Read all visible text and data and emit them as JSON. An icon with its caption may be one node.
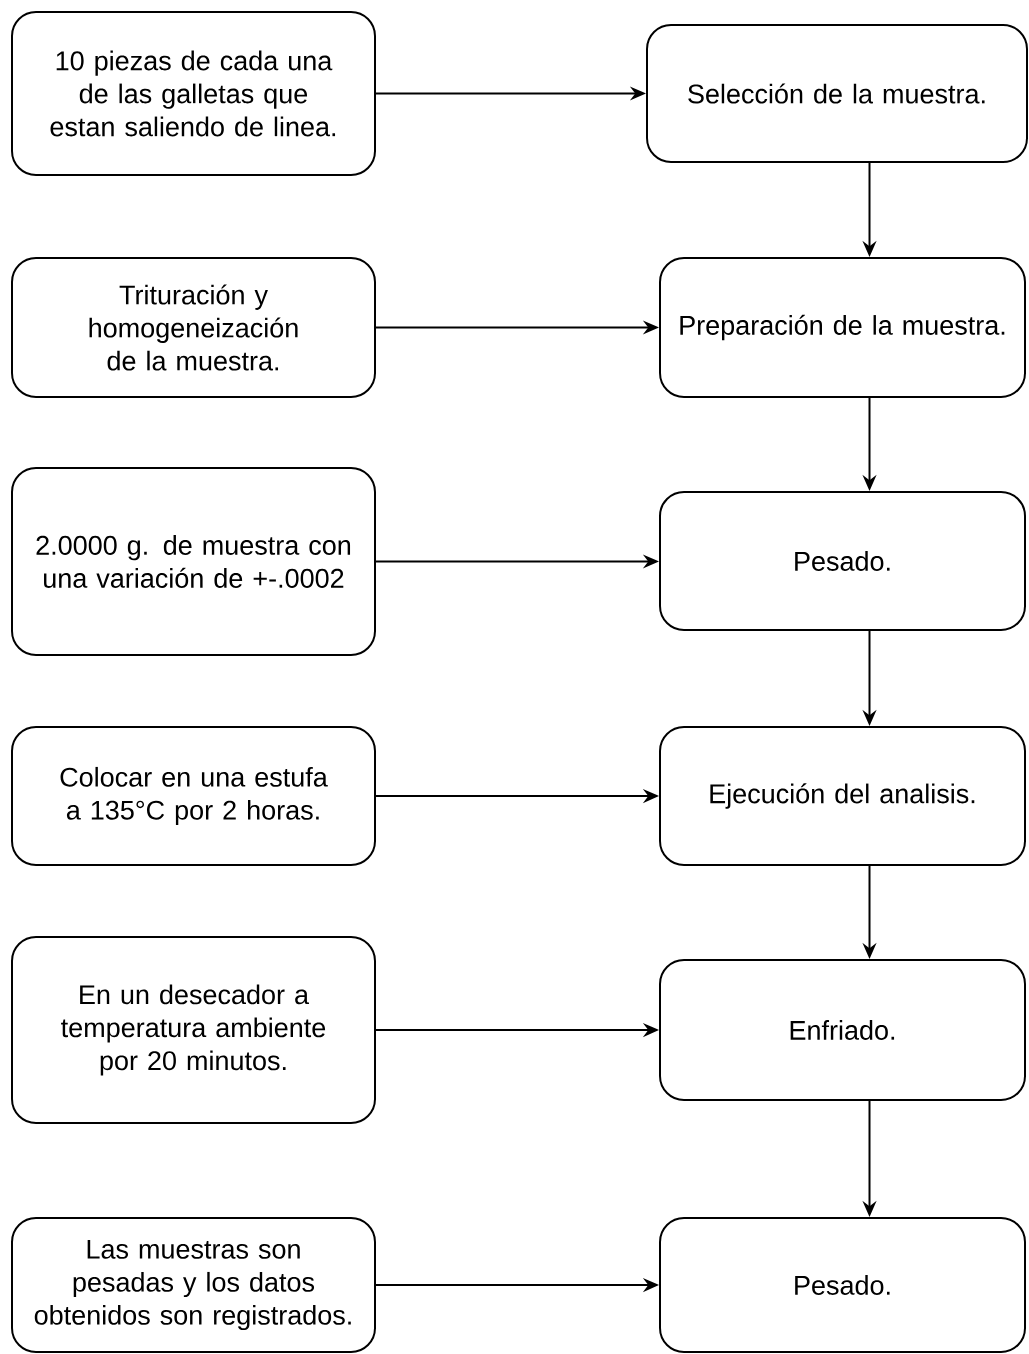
{
  "diagram": {
    "nodes": [
      {
        "text": [
          "10 piezas de cada una de las galletas que estan saliendo de linea."
        ]
      },
      {
        "text": [
          "Selección de la muestra."
        ]
      },
      {
        "text": [
          "Trituración y homogeneización de la muestra."
        ]
      },
      {
        "text": [
          "Preparación de la muestra."
        ]
      },
      {
        "text": [
          "2.0000 g. de muestra con una variación de +-.0002"
        ]
      },
      {
        "text": [
          "Pesado."
        ]
      },
      {
        "text": [
          "Colocar en una estufa a 135°C por 2 horas."
        ]
      },
      {
        "text": [
          "Ejecución del analisis."
        ]
      },
      {
        "text": [
          "En un desecador a temperatura ambiente por 20 minutos."
        ]
      },
      {
        "text": [
          "Enfriado."
        ]
      },
      {
        "text": [
          "Las muestras son pesadas y los datos obtenidos son registrados."
        ]
      },
      {
        "text": [
          "Pesado."
        ]
      }
    ],
    "edges": [
      {
        "from": 0,
        "to": 1,
        "arrow": "to"
      },
      {
        "from": 1,
        "to": 3,
        "arrow": "to"
      },
      {
        "from": 2,
        "to": 3,
        "arrow": "to"
      },
      {
        "from": 3,
        "to": 5,
        "arrow": "to"
      },
      {
        "from": 4,
        "to": 5,
        "arrow": "to"
      },
      {
        "from": 5,
        "to": 7,
        "arrow": "to"
      },
      {
        "from": 6,
        "to": 7,
        "arrow": "to"
      },
      {
        "from": 7,
        "to": 9,
        "arrow": "to"
      },
      {
        "from": 8,
        "to": 9,
        "arrow": "to"
      },
      {
        "from": 9,
        "to": 11,
        "arrow": "to"
      },
      {
        "from": 10,
        "to": 11,
        "arrow": "to"
      }
    ]
  }
}
